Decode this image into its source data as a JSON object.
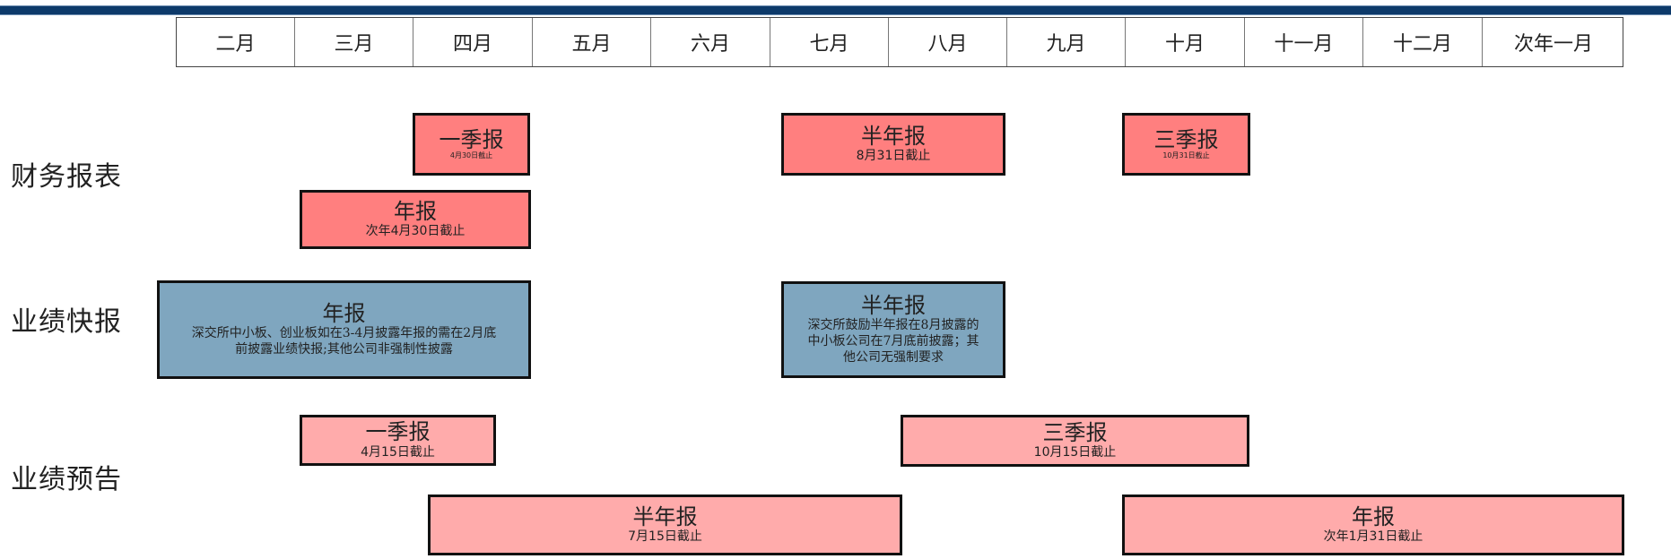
{
  "months": [
    "二月",
    "三月",
    "四月",
    "五月",
    "六月",
    "七月",
    "八月",
    "九月",
    "十月",
    "十一月",
    "十二月",
    "次年一月"
  ],
  "rows": {
    "financial": {
      "label": "财务报表"
    },
    "flash": {
      "label": "业绩快报"
    },
    "forecast": {
      "label": "业绩预告"
    }
  },
  "colors": {
    "header_bar": "#0d3a6a",
    "financial": "#ff7f7f",
    "flash": "#7fa6bf",
    "forecast": "#ffabab",
    "border": "#111111"
  },
  "financial_boxes": [
    {
      "title": "一季报",
      "sub": "4月30日截止"
    },
    {
      "title": "半年报",
      "sub": "8月31日截止"
    },
    {
      "title": "三季报",
      "sub": "10月31日截止"
    },
    {
      "title": "年报",
      "sub": "次年4月30日截止"
    }
  ],
  "flash_boxes": [
    {
      "title": "年报",
      "desc": [
        "深交所中小板、创业板如在3-4月披露年报的需在2月底",
        "前披露业绩快报;其他公司非强制性披露"
      ]
    },
    {
      "title": "半年报",
      "desc": [
        "深交所鼓励半年报在8月披露的",
        "中小板公司在7月底前披露；其",
        "他公司无强制要求"
      ]
    }
  ],
  "forecast_boxes": [
    {
      "title": "一季报",
      "sub": "4月15日截止"
    },
    {
      "title": "三季报",
      "sub": "10月15日截止"
    },
    {
      "title": "半年报",
      "sub": "7月15日截止"
    },
    {
      "title": "年报",
      "sub": "次年1月31日截止"
    }
  ]
}
